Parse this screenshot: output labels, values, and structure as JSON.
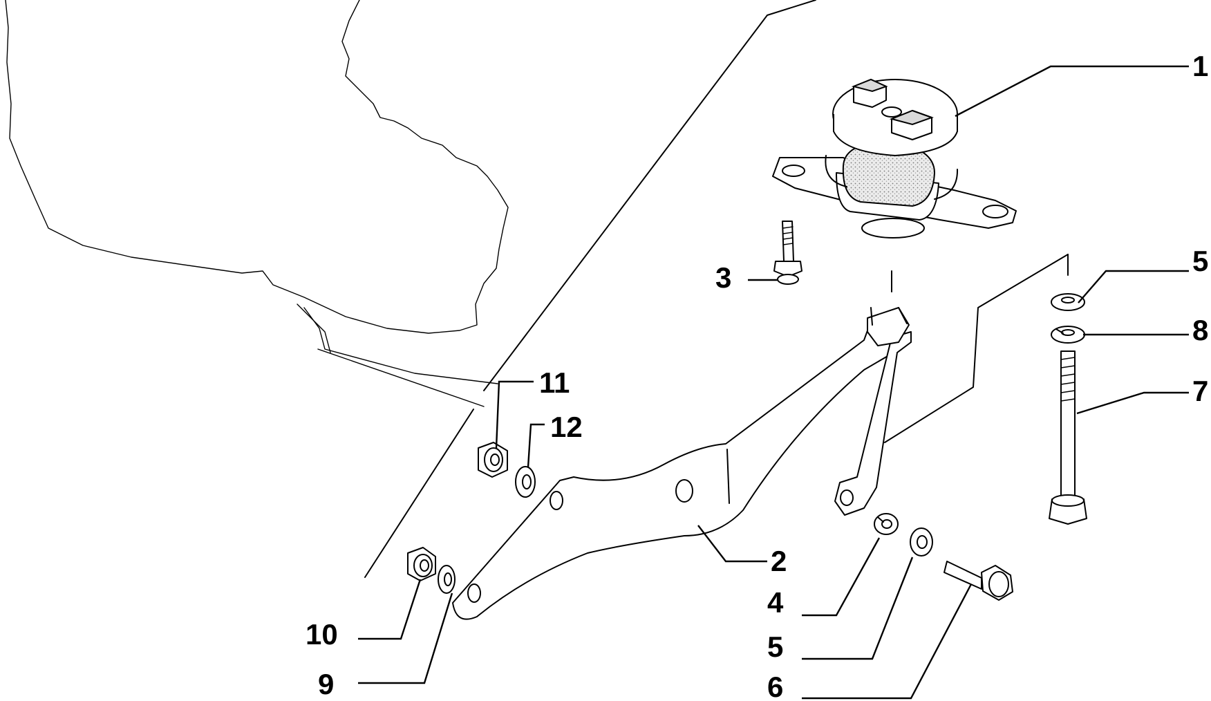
{
  "callouts": {
    "c1": "1",
    "c2": "2",
    "c3": "3",
    "c4": "4",
    "c5a": "5",
    "c5b": "5",
    "c6": "6",
    "c7": "7",
    "c8": "8",
    "c9": "9",
    "c10": "10",
    "c11": "11",
    "c12": "12"
  },
  "colors": {
    "line": "#000000",
    "background": "#ffffff",
    "rubber": "#d9d9d9"
  }
}
